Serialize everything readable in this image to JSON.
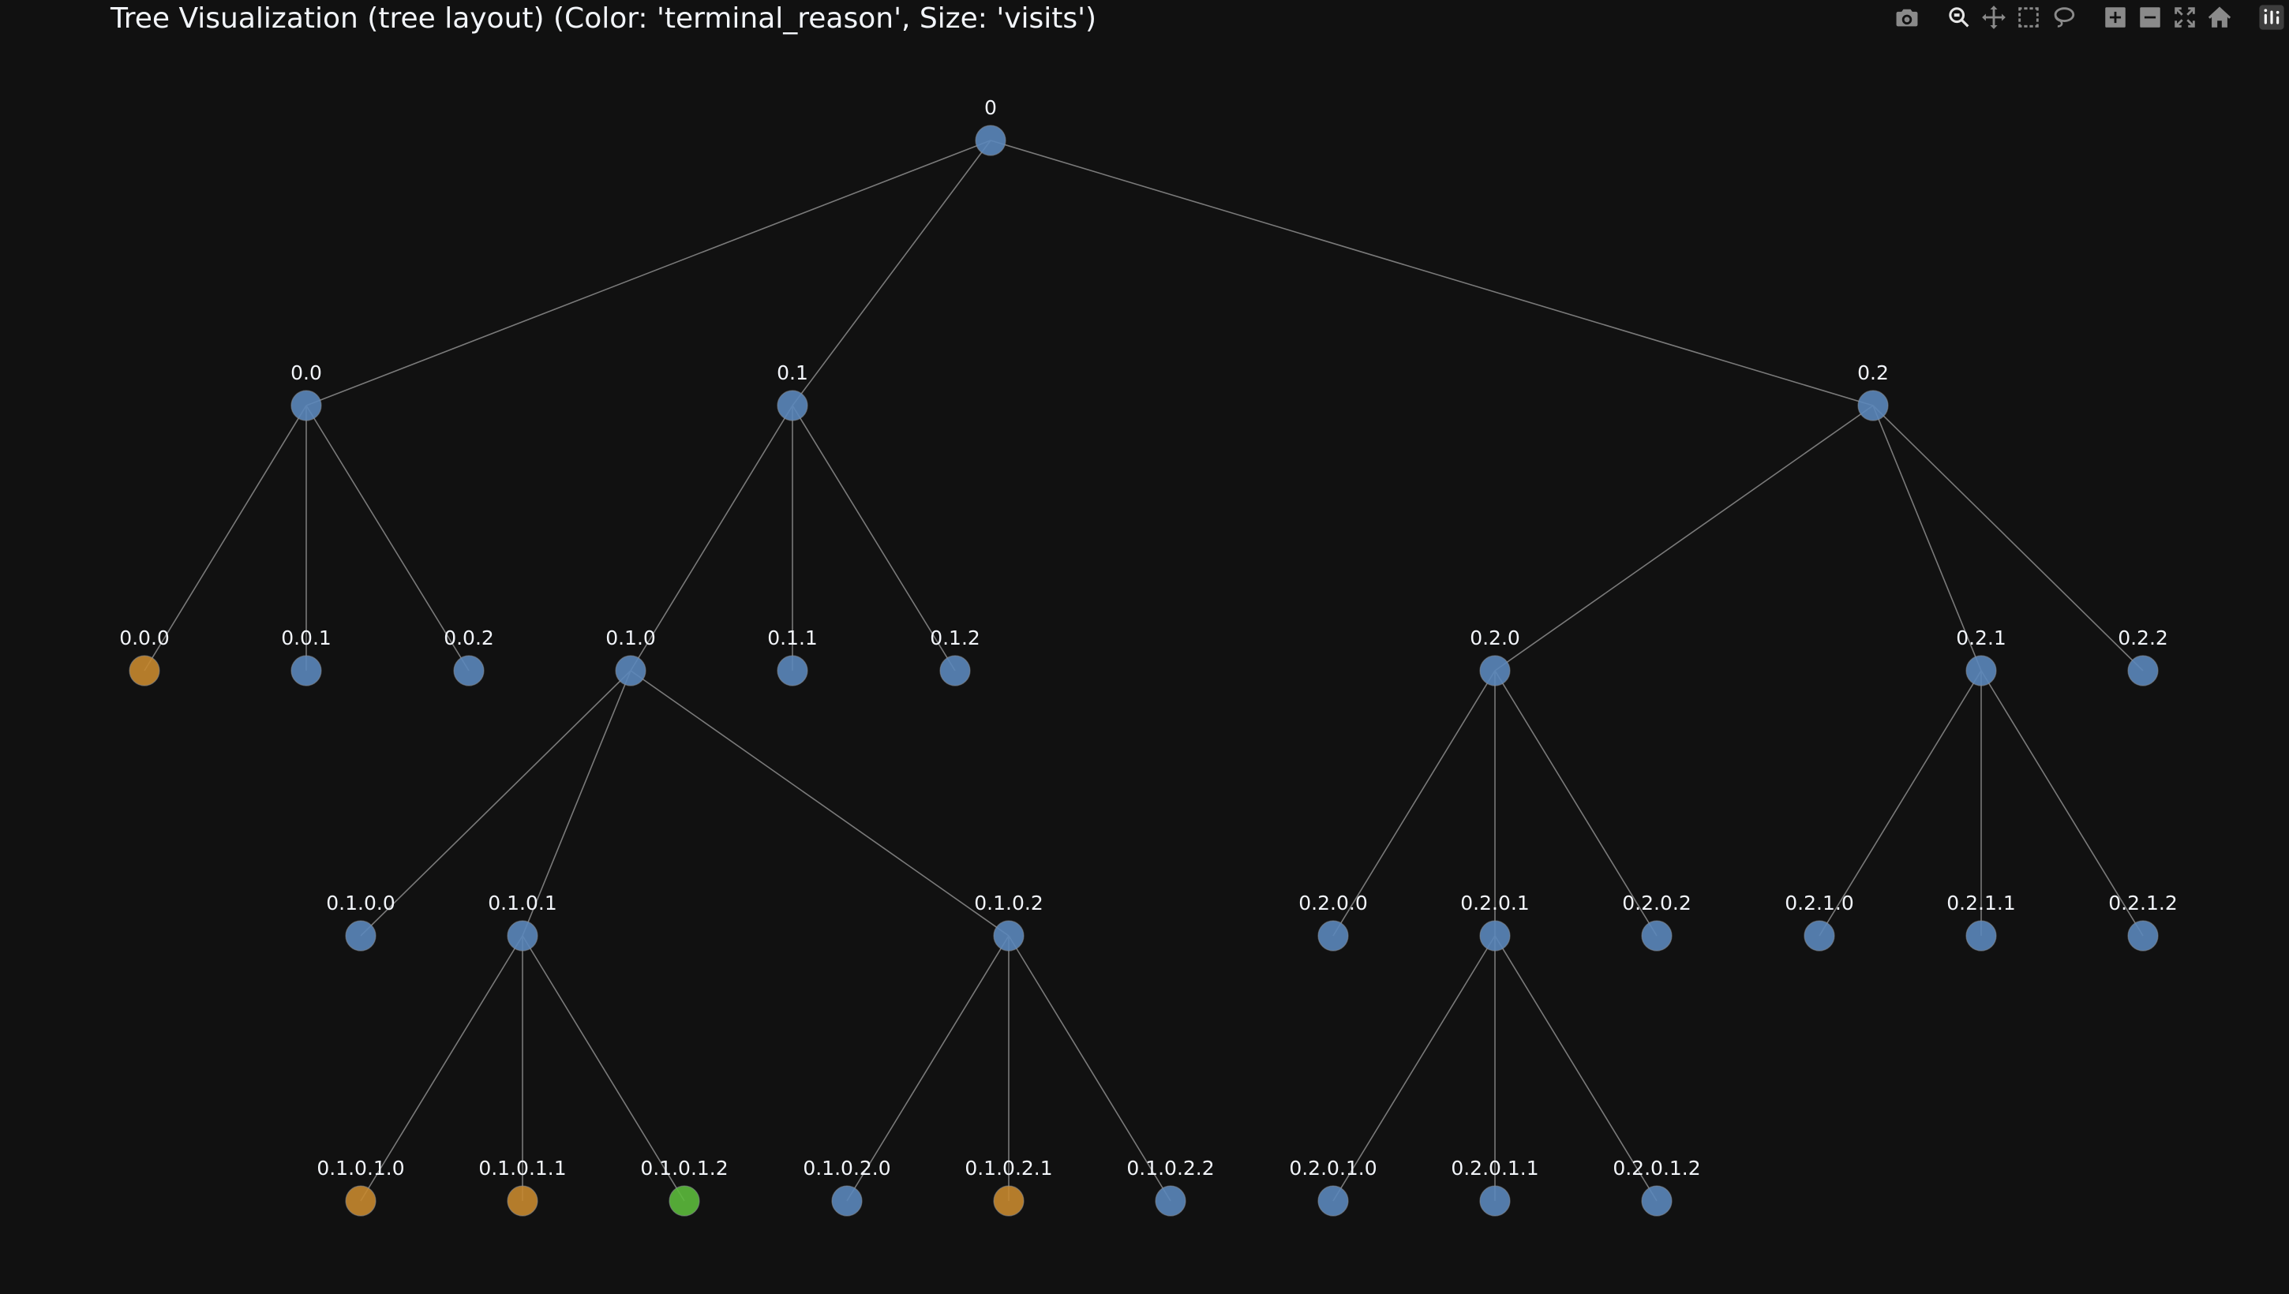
{
  "title": "Tree Visualization (tree layout) (Color: 'terminal_reason', Size: 'visits')",
  "modebar": [
    {
      "name": "camera-icon",
      "label": "Download plot as a png"
    },
    {
      "name": "zoom-icon",
      "label": "Zoom",
      "active": true
    },
    {
      "name": "pan-icon",
      "label": "Pan"
    },
    {
      "name": "box-select-icon",
      "label": "Box Select"
    },
    {
      "name": "lasso-select-icon",
      "label": "Lasso Select"
    },
    {
      "name": "zoom-in-icon",
      "label": "Zoom in"
    },
    {
      "name": "zoom-out-icon",
      "label": "Zoom out"
    },
    {
      "name": "autoscale-icon",
      "label": "Autoscale"
    },
    {
      "name": "reset-axes-icon",
      "label": "Reset axes"
    },
    {
      "name": "plotly-logo-icon",
      "label": "Produced with Plotly"
    }
  ],
  "colors": {
    "background": "#111111",
    "edge": "#7a7a7a",
    "label": "#f2f5fa",
    "default": "#5b87bb",
    "orange": "#c7882f",
    "green": "#5cba3c"
  },
  "edges": [
    [
      "0",
      "0.0"
    ],
    [
      "0",
      "0.1"
    ],
    [
      "0",
      "0.2"
    ],
    [
      "0.0",
      "0.0.0"
    ],
    [
      "0.0",
      "0.0.1"
    ],
    [
      "0.0",
      "0.0.2"
    ],
    [
      "0.1",
      "0.1.0"
    ],
    [
      "0.1",
      "0.1.1"
    ],
    [
      "0.1",
      "0.1.2"
    ],
    [
      "0.2",
      "0.2.0"
    ],
    [
      "0.2",
      "0.2.1"
    ],
    [
      "0.2",
      "0.2.2"
    ],
    [
      "0.1.0",
      "0.1.0.0"
    ],
    [
      "0.1.0",
      "0.1.0.1"
    ],
    [
      "0.1.0",
      "0.1.0.2"
    ],
    [
      "0.2.0",
      "0.2.0.0"
    ],
    [
      "0.2.0",
      "0.2.0.1"
    ],
    [
      "0.2.0",
      "0.2.0.2"
    ],
    [
      "0.2.1",
      "0.2.1.0"
    ],
    [
      "0.2.1",
      "0.2.1.1"
    ],
    [
      "0.2.1",
      "0.2.1.2"
    ],
    [
      "0.1.0.1",
      "0.1.0.1.0"
    ],
    [
      "0.1.0.1",
      "0.1.0.1.1"
    ],
    [
      "0.1.0.1",
      "0.1.0.1.2"
    ],
    [
      "0.1.0.2",
      "0.1.0.2.0"
    ],
    [
      "0.1.0.2",
      "0.1.0.2.1"
    ],
    [
      "0.1.0.2",
      "0.1.0.2.2"
    ],
    [
      "0.2.0.1",
      "0.2.0.1.0"
    ],
    [
      "0.2.0.1",
      "0.2.0.1.1"
    ],
    [
      "0.2.0.1",
      "0.2.0.1.2"
    ]
  ],
  "nodes": [
    {
      "id": "0",
      "color": "default"
    },
    {
      "id": "0.0",
      "color": "default"
    },
    {
      "id": "0.1",
      "color": "default"
    },
    {
      "id": "0.2",
      "color": "default"
    },
    {
      "id": "0.0.0",
      "color": "orange"
    },
    {
      "id": "0.0.1",
      "color": "default"
    },
    {
      "id": "0.0.2",
      "color": "default"
    },
    {
      "id": "0.1.0",
      "color": "default"
    },
    {
      "id": "0.1.1",
      "color": "default"
    },
    {
      "id": "0.1.2",
      "color": "default"
    },
    {
      "id": "0.2.0",
      "color": "default"
    },
    {
      "id": "0.2.1",
      "color": "default"
    },
    {
      "id": "0.2.2",
      "color": "default"
    },
    {
      "id": "0.1.0.0",
      "color": "default"
    },
    {
      "id": "0.1.0.1",
      "color": "default"
    },
    {
      "id": "0.1.0.2",
      "color": "default"
    },
    {
      "id": "0.2.0.0",
      "color": "default"
    },
    {
      "id": "0.2.0.1",
      "color": "default"
    },
    {
      "id": "0.2.0.2",
      "color": "default"
    },
    {
      "id": "0.2.1.0",
      "color": "default"
    },
    {
      "id": "0.2.1.1",
      "color": "default"
    },
    {
      "id": "0.2.1.2",
      "color": "default"
    },
    {
      "id": "0.1.0.1.0",
      "color": "orange"
    },
    {
      "id": "0.1.0.1.1",
      "color": "orange"
    },
    {
      "id": "0.1.0.1.2",
      "color": "green"
    },
    {
      "id": "0.1.0.2.0",
      "color": "default"
    },
    {
      "id": "0.1.0.2.1",
      "color": "orange"
    },
    {
      "id": "0.1.0.2.2",
      "color": "default"
    },
    {
      "id": "0.2.0.1.0",
      "color": "default"
    },
    {
      "id": "0.2.0.1.1",
      "color": "default"
    },
    {
      "id": "0.2.0.1.2",
      "color": "default"
    }
  ]
}
